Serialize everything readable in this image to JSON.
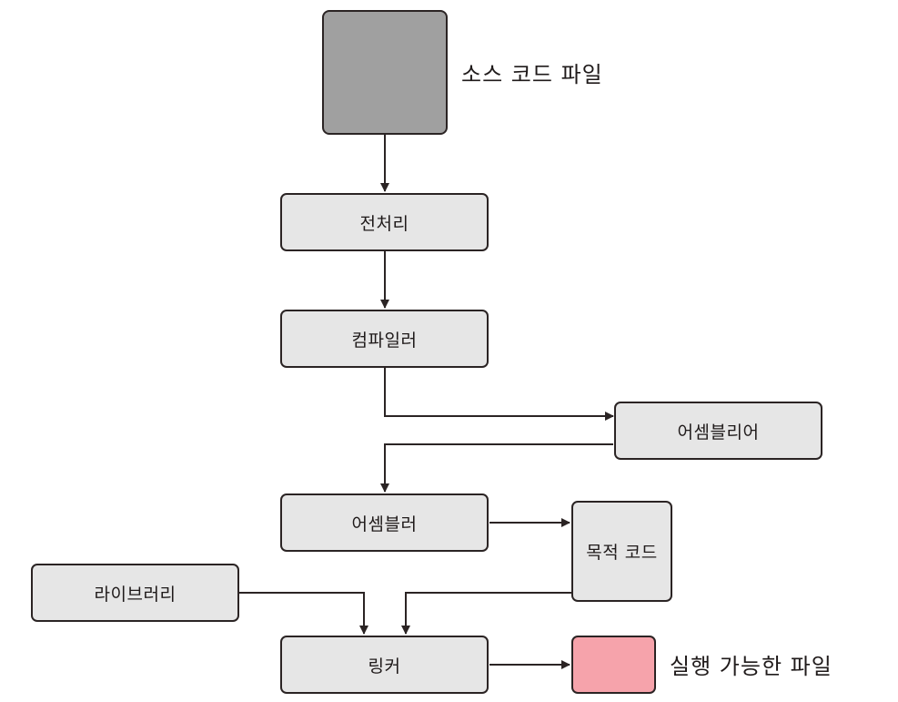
{
  "nodes": {
    "source": "",
    "preprocess": "전처리",
    "compiler": "컴파일러",
    "assembly": "어셈블리어",
    "assembler": "어셈블러",
    "object": "목적 코드",
    "library": "라이브러리",
    "linker": "링커",
    "executable": ""
  },
  "captions": {
    "source": "소스 코드 파일",
    "executable": "실행 가능한 파일"
  },
  "colors": {
    "stroke": "#2b2424",
    "box": "#e6e6e6",
    "source": "#a0a0a0",
    "executable": "#f6a3ab"
  }
}
